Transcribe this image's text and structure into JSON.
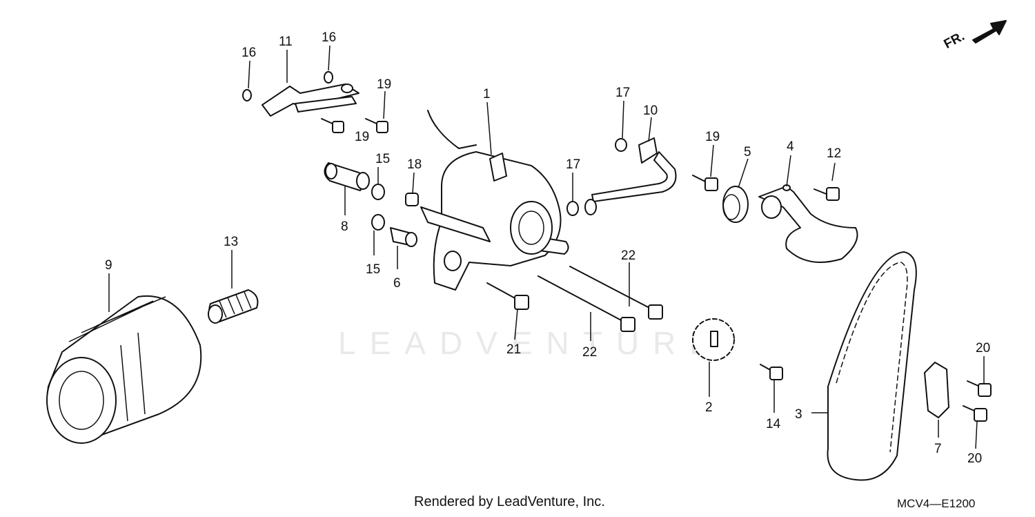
{
  "watermark": "LEADVENTURE",
  "footer": {
    "credit": "Rendered by LeadVenture, Inc.",
    "code": "MCV4—E1200"
  },
  "orientation": {
    "label": "FR.",
    "icon": "arrow-up-right-icon"
  },
  "callouts": [
    {
      "id": "c1",
      "text": "1"
    },
    {
      "id": "c2",
      "text": "2"
    },
    {
      "id": "c3",
      "text": "3"
    },
    {
      "id": "c4",
      "text": "4"
    },
    {
      "id": "c5",
      "text": "5"
    },
    {
      "id": "c6",
      "text": "6"
    },
    {
      "id": "c7",
      "text": "7"
    },
    {
      "id": "c8",
      "text": "8"
    },
    {
      "id": "c9",
      "text": "9"
    },
    {
      "id": "c10",
      "text": "10"
    },
    {
      "id": "c11",
      "text": "11"
    },
    {
      "id": "c12",
      "text": "12"
    },
    {
      "id": "c13",
      "text": "13"
    },
    {
      "id": "c14",
      "text": "14"
    },
    {
      "id": "c15a",
      "text": "15"
    },
    {
      "id": "c15b",
      "text": "15"
    },
    {
      "id": "c16a",
      "text": "16"
    },
    {
      "id": "c16b",
      "text": "16"
    },
    {
      "id": "c17a",
      "text": "17"
    },
    {
      "id": "c17b",
      "text": "17"
    },
    {
      "id": "c18",
      "text": "18"
    },
    {
      "id": "c19a",
      "text": "19"
    },
    {
      "id": "c19b",
      "text": "19"
    },
    {
      "id": "c19c",
      "text": "19"
    },
    {
      "id": "c20a",
      "text": "20"
    },
    {
      "id": "c20b",
      "text": "20"
    },
    {
      "id": "c21",
      "text": "21"
    },
    {
      "id": "c22a",
      "text": "22"
    },
    {
      "id": "c22b",
      "text": "22"
    }
  ]
}
